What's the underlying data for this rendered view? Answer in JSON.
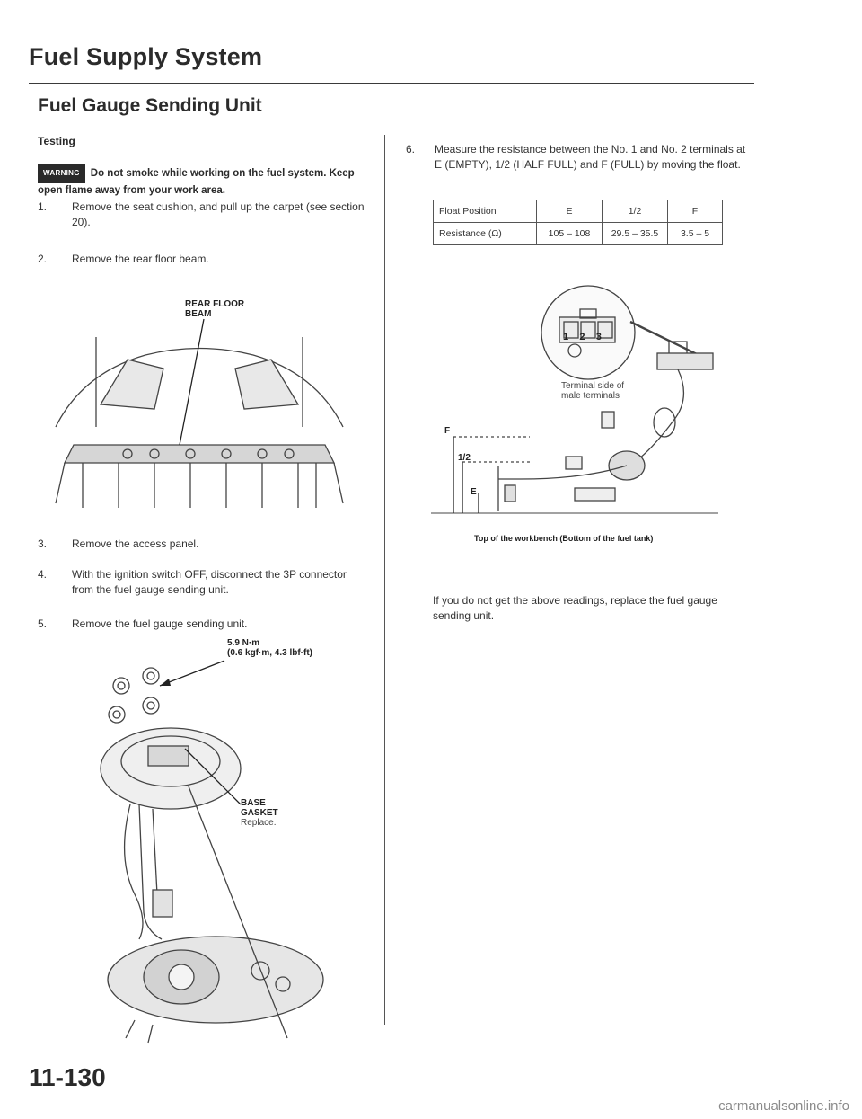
{
  "header": {
    "section_title": "Fuel Supply System",
    "page_title": "Fuel Gauge Sending Unit",
    "sub_heading": "Testing"
  },
  "warning": {
    "badge": "WARNING",
    "text": "Do not smoke while working on the fuel system. Keep open flame away from your work area."
  },
  "steps": [
    {
      "num": "1.",
      "text": "Remove the seat cushion, and pull up the carpet (see section 20)."
    },
    {
      "num": "2.",
      "text": "Remove the rear floor beam."
    },
    {
      "num": "3.",
      "text": "Remove the access panel."
    },
    {
      "num": "4.",
      "text": "With the ignition switch OFF, disconnect the 3P connector from the fuel gauge sending unit."
    },
    {
      "num": "5.",
      "text": "Remove the fuel gauge sending unit."
    },
    {
      "num": "6.",
      "text": "Measure the resistance between the No. 1 and No. 2 terminals at E (EMPTY), 1/2 (HALF FULL) and F (FULL) by moving the float."
    }
  ],
  "figure1": {
    "label_line1": "REAR FLOOR",
    "label_line2": "BEAM"
  },
  "figure2": {
    "torque_line1": "5.9 N·m",
    "torque_line2": "(0.6 kgf·m, 4.3 lbf·ft)",
    "gasket_line1": "BASE",
    "gasket_line2": "GASKET",
    "gasket_line3": "Replace."
  },
  "table": {
    "header": [
      "Float Position",
      "E",
      "1/2",
      "F"
    ],
    "row": [
      "Resistance (Ω)",
      "105 – 108",
      "29.5 – 35.5",
      "3.5 – 5"
    ]
  },
  "figure3": {
    "terminal_nums": [
      "1",
      "2",
      "3"
    ],
    "terminal_note_line1": "Terminal side of",
    "terminal_note_line2": "male terminals",
    "mark_f": "F",
    "mark_half": "1/2",
    "mark_e": "E",
    "caption": "Top of the workbench (Bottom of the fuel tank)"
  },
  "closing_text": "If you do not get the above readings, replace the fuel gauge sending unit.",
  "footer": {
    "page_number": "11-130",
    "watermark": "carmanualsonline.info"
  }
}
